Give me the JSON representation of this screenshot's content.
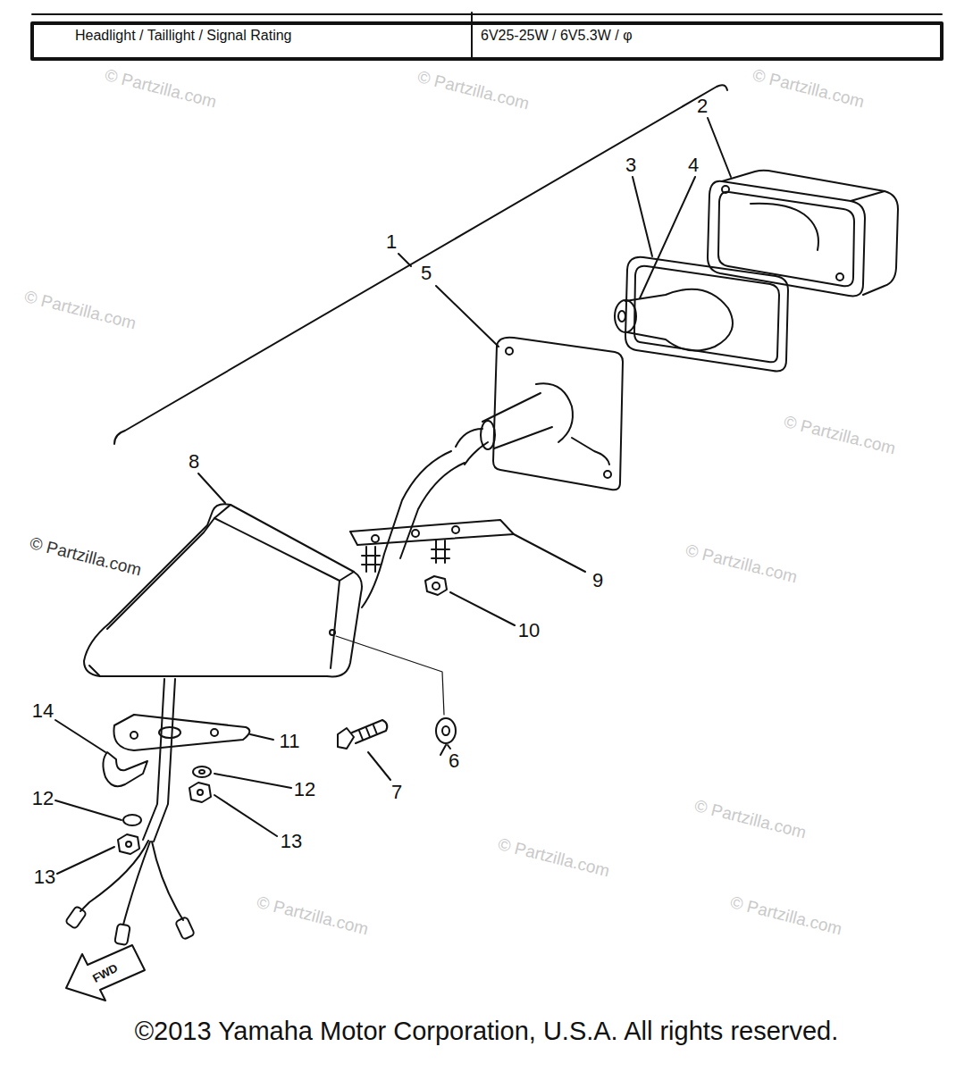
{
  "diagram": {
    "caption": "©2013 Yamaha Motor Corporation, U.S.A. All rights reserved.",
    "labels": [
      "Headlight / Taillight / Signal Rating",
      "6V25-25W / 6V5.3W / φ",
      "© Partzilla.com",
      "© Partzilla.com",
      "© Partzilla.com",
      "© Partzilla.com",
      "© Partzilla.com",
      "© Partzilla.com",
      "© Partzilla.com",
      "© Partzilla.com",
      "© Partzilla.com",
      "© Partzilla.com",
      "© Partzilla.com",
      "2",
      "3",
      "4",
      "1",
      "5",
      "8",
      "9",
      "10",
      "14",
      "11",
      "6",
      "12",
      "7",
      "12",
      "13",
      "13",
      "FWD"
    ]
  }
}
